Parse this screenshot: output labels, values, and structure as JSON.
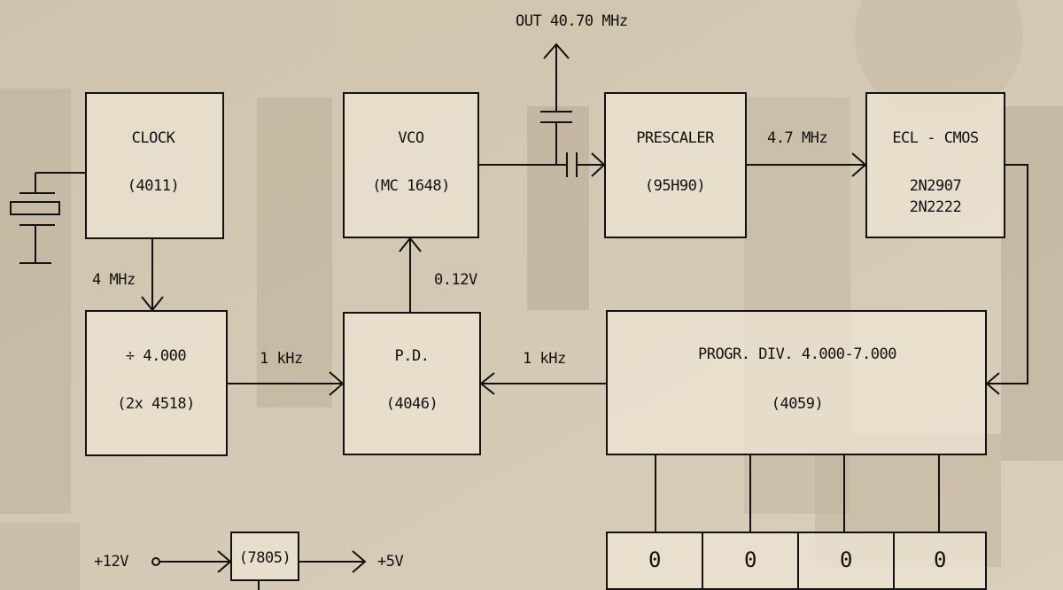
{
  "blocks": {
    "clock": {
      "name": "CLOCK",
      "part": "(4011)"
    },
    "vco": {
      "name": "VCO",
      "part": "(MC 1648)"
    },
    "prescaler": {
      "name": "PRESCALER",
      "part": "(95H90)"
    },
    "ecl_cmos": {
      "name": "ECL - CMOS",
      "part1": "2N2907",
      "part2": "2N2222"
    },
    "divider": {
      "name": "÷ 4.000",
      "part": "(2x 4518)"
    },
    "pd": {
      "name": "P.D.",
      "part": "(4046)"
    },
    "progr_div": {
      "name": "PROGR. DIV. 4.000-7.000",
      "part": "(4059)"
    },
    "regulator": {
      "part": "(7805)"
    }
  },
  "labels": {
    "out": "OUT 40.70 MHz",
    "clock_freq": "4 MHz",
    "prescaler_out": "4.7 MHz",
    "div_out": "1 kHz",
    "prog_out": "1 kHz",
    "control_v": "0.12V",
    "vin": "+12V",
    "vout": "+5V"
  },
  "switches": [
    "0",
    "0",
    "0",
    "0"
  ]
}
